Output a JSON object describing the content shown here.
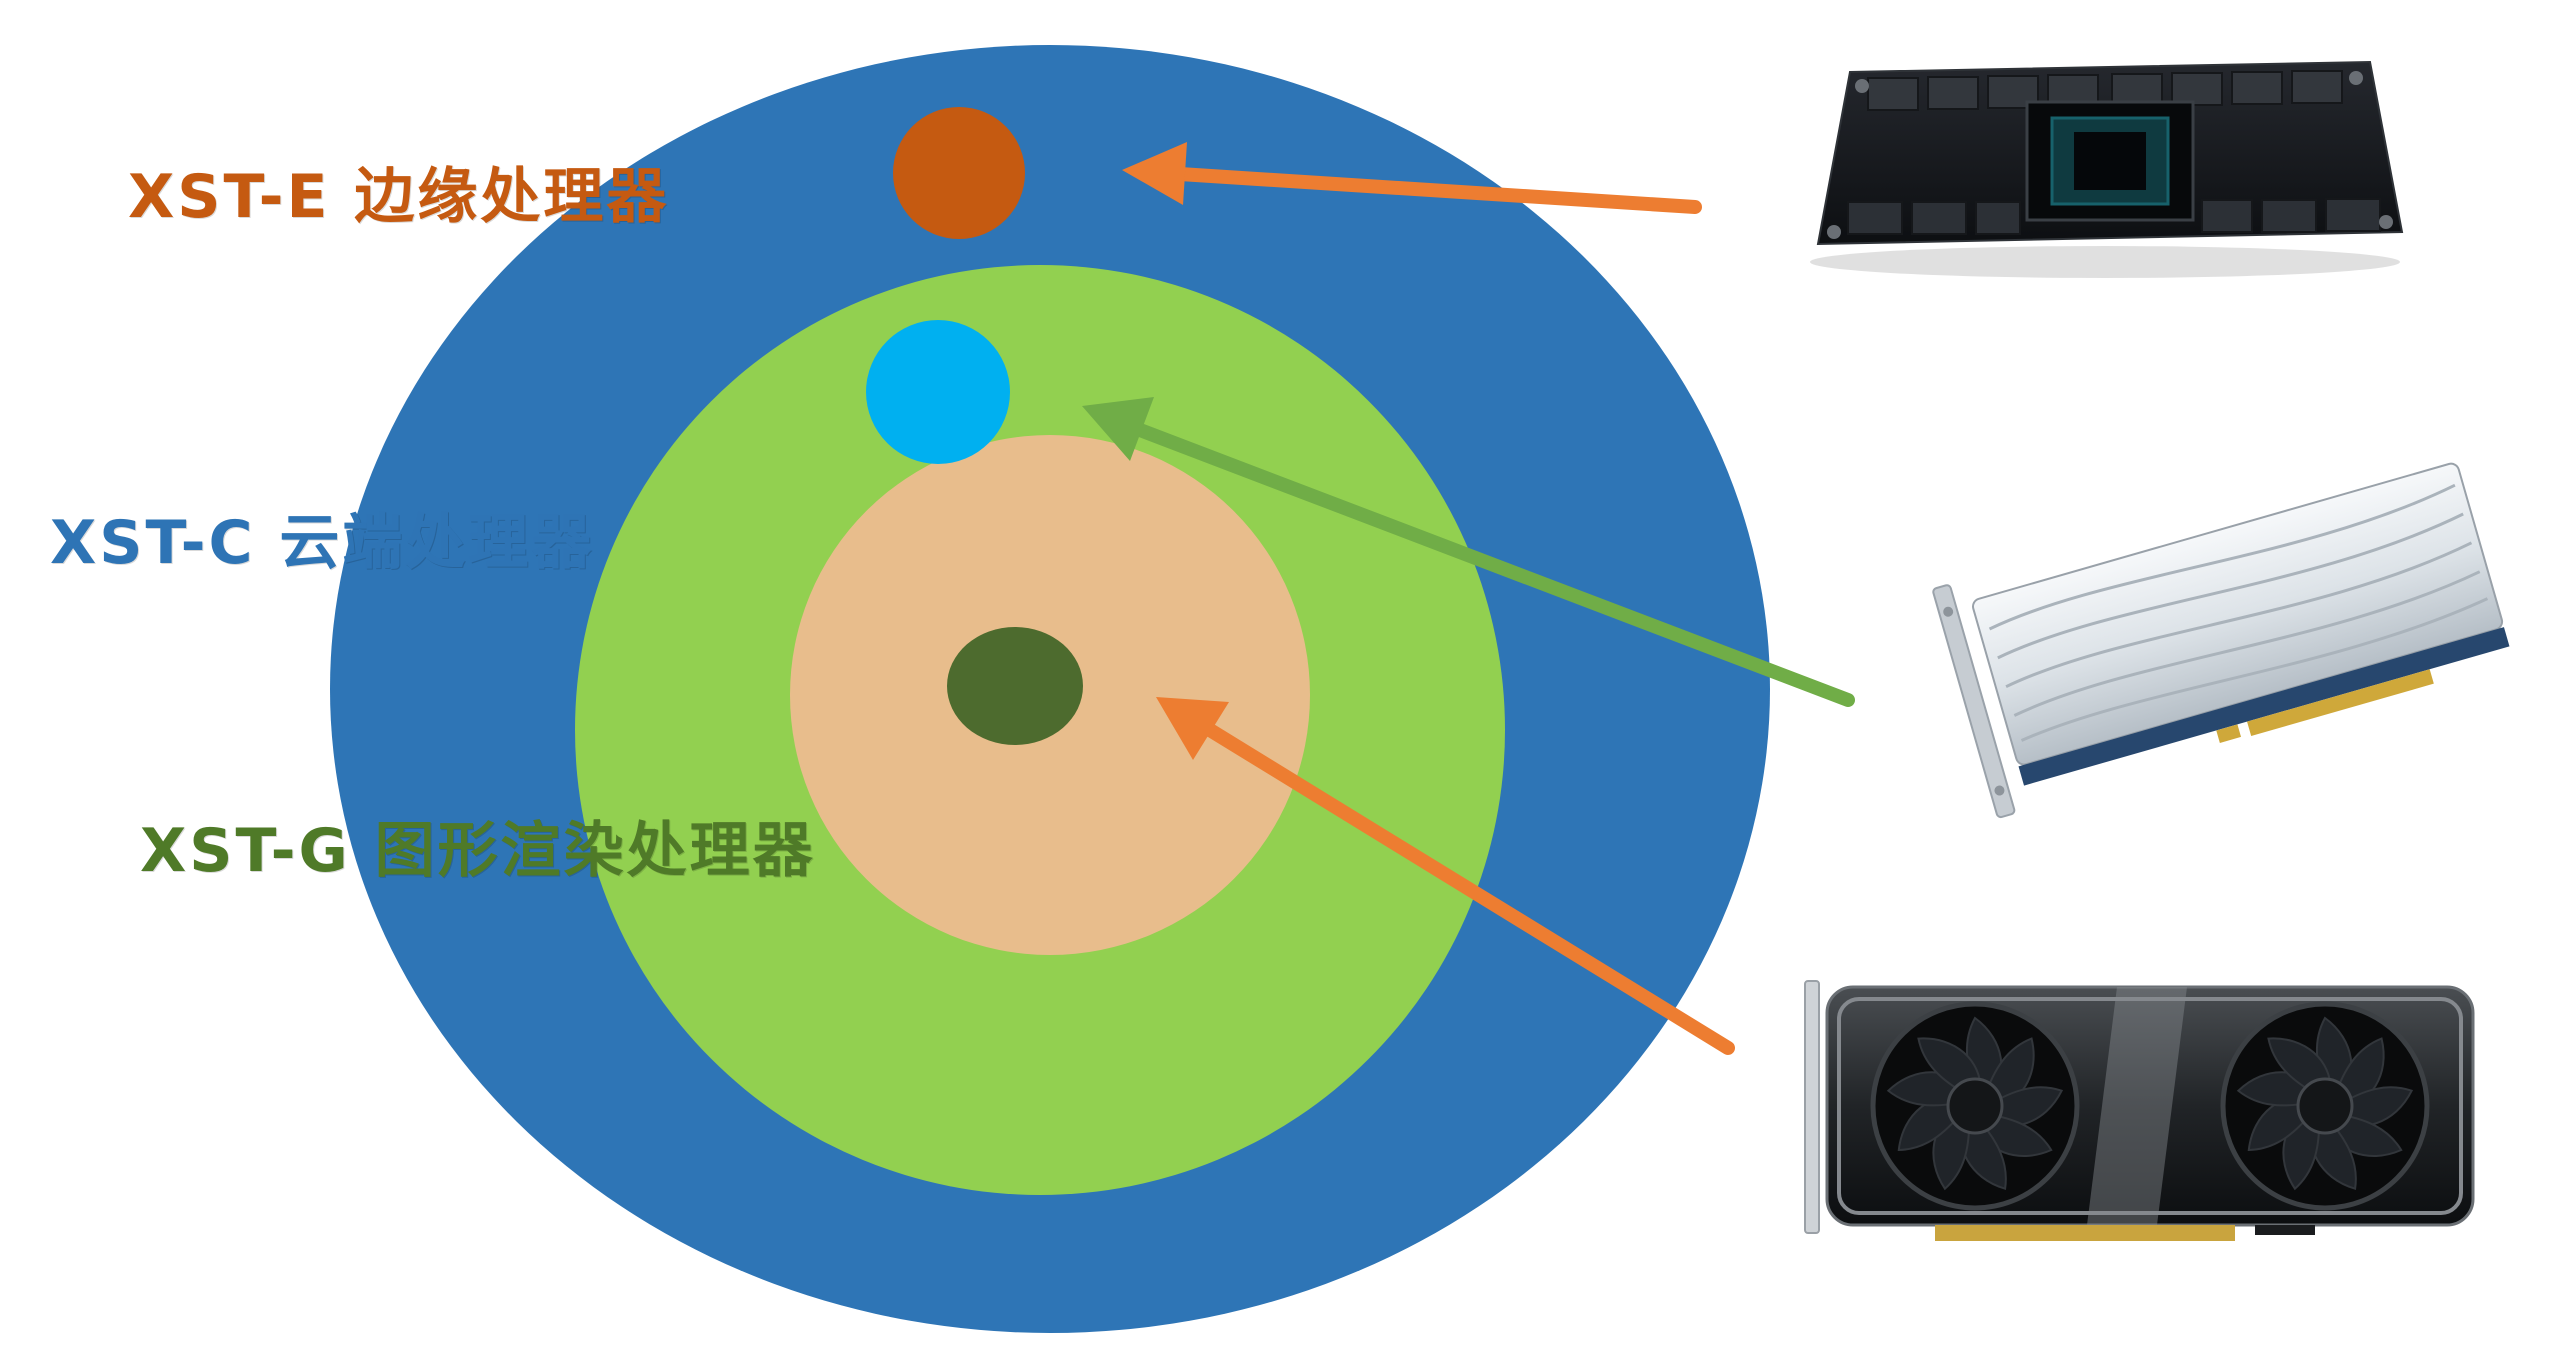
{
  "page": {
    "background": "#ffffff"
  },
  "diagram": {
    "rings": {
      "outer": {
        "name": "edge-ring",
        "color": "#2e75b6"
      },
      "middle": {
        "name": "cloud-ring",
        "color": "#92d050"
      },
      "inner": {
        "name": "graphics-ring",
        "color": "#e8bd8c"
      }
    },
    "dots": {
      "edge": {
        "color": "#c55a11"
      },
      "cloud": {
        "color": "#00b0f0"
      },
      "graphics": {
        "color": "#4d6b2e"
      }
    },
    "labels": {
      "edge": {
        "text": "XST-E 边缘处理器",
        "color": "#c55a11"
      },
      "cloud": {
        "text": "XST-C 云端处理器",
        "color": "#2e74b5"
      },
      "graphics": {
        "text": "XST-G 图形渲染处理器",
        "color": "#4f7a28"
      }
    },
    "arrows": {
      "edge": {
        "color": "#ed7d31"
      },
      "cloud": {
        "color": "#70ad47"
      },
      "graphics": {
        "color": "#ed7d31"
      }
    },
    "photos": {
      "edge": {
        "icon": "ai-accelerator-module-photo"
      },
      "cloud": {
        "icon": "pcie-accelerator-card-photo"
      },
      "graphics": {
        "icon": "dual-fan-graphics-card-photo"
      }
    }
  }
}
